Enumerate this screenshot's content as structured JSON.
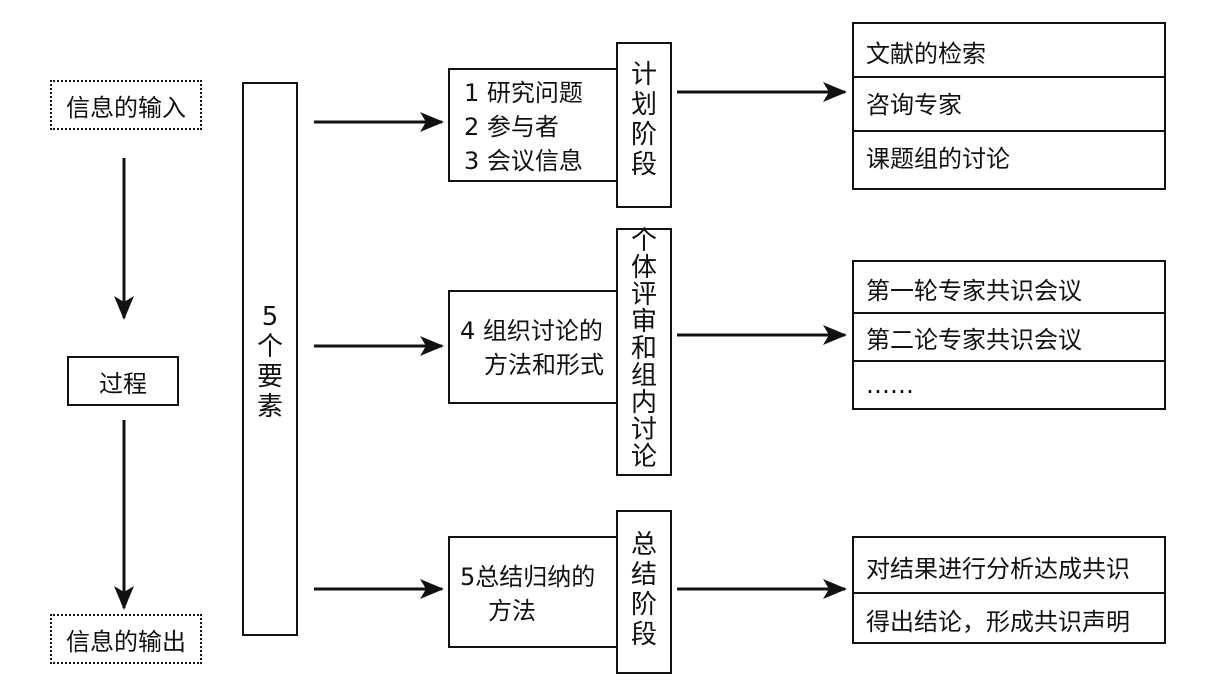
{
  "left": {
    "input_label": "信息的输入",
    "process_label": "过程",
    "output_label": "信息的输出"
  },
  "elements": {
    "label": [
      "5",
      "个",
      "要",
      "素"
    ]
  },
  "plan": {
    "items": [
      "1 研究问题",
      "2 参与者",
      "3 会议信息"
    ],
    "stage": [
      "计",
      "划",
      "阶",
      "段"
    ],
    "results": [
      "文献的检索",
      "咨询专家",
      "课题组的讨论"
    ]
  },
  "discuss": {
    "items": [
      "4 组织讨论的",
      "方法和形式"
    ],
    "stage": [
      "个",
      "体",
      "评",
      "审",
      "和",
      "组",
      "内",
      "讨",
      "论"
    ],
    "results": [
      "第一轮专家共识会议",
      "第二论专家共识会议",
      "……"
    ]
  },
  "summary": {
    "items": [
      "5总结归纳的",
      "方法"
    ],
    "stage": [
      "总",
      "结",
      "阶",
      "段"
    ],
    "results": [
      "对结果进行分析达成共识",
      "得出结论，形成共识声明"
    ]
  }
}
